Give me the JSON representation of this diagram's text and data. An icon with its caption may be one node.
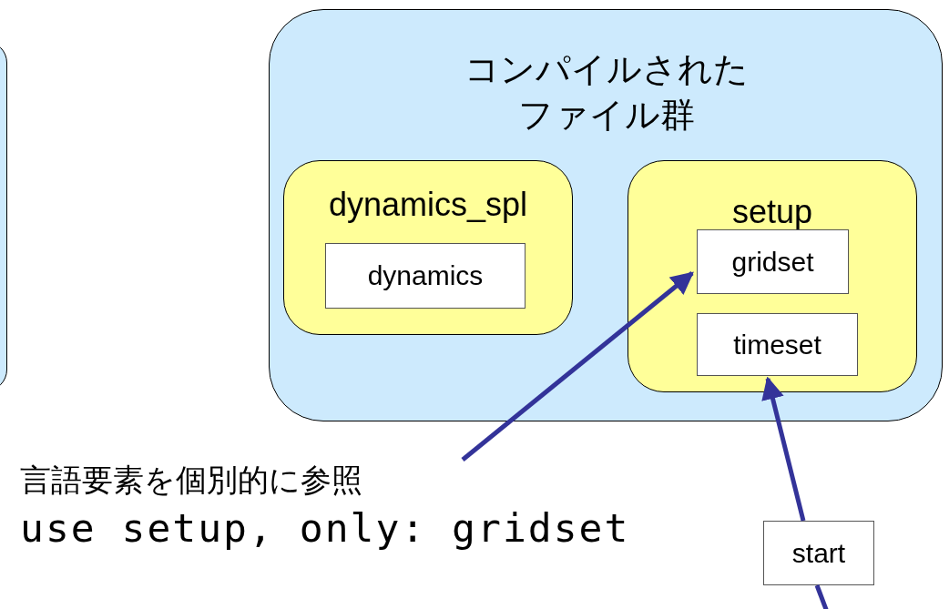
{
  "diagram": {
    "nodes": [
      {
        "text": [],
        "shape": "box"
      },
      {
        "text": [
          "コンパイルされたファイル群"
        ]
      },
      {
        "text": [
          "dynamics_spl"
        ],
        "in": 1
      },
      {
        "text": [
          "dynamics"
        ],
        "in": 2
      },
      {
        "text": [
          "setup"
        ],
        "in": 1
      },
      {
        "text": [
          "gridset"
        ],
        "in": 4
      },
      {
        "text": [
          "timeset"
        ],
        "in": 4
      },
      {
        "text": [
          "言語要素を個別的に参照",
          "use setup, only: gridset"
        ]
      },
      {
        "text": [
          "start"
        ]
      }
    ],
    "edges": [
      {
        "from": 7,
        "to": 5,
        "arrow": "to"
      },
      {
        "from": 8,
        "to": 6,
        "arrow": "to"
      },
      {
        "from": null,
        "to": 8,
        "arrow": "none"
      }
    ]
  }
}
